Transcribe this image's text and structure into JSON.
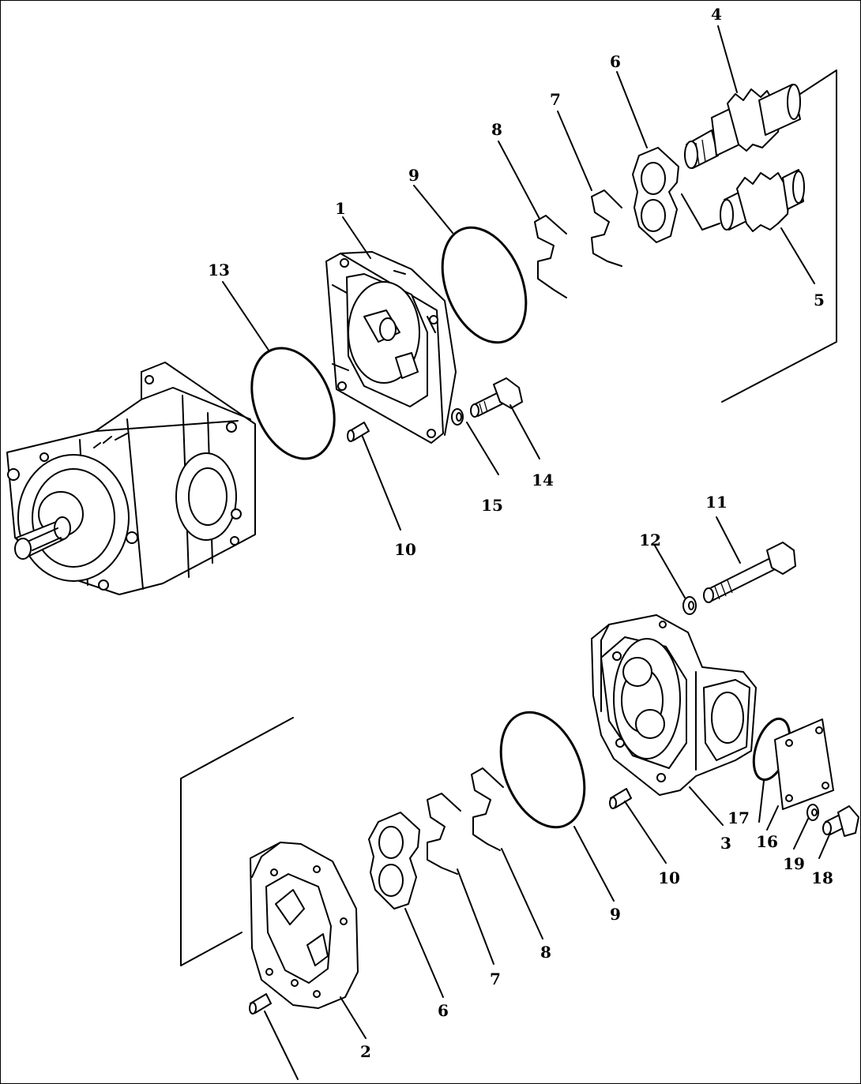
{
  "callouts": [
    {
      "id": "c1",
      "text": "1"
    },
    {
      "id": "c2",
      "text": "2"
    },
    {
      "id": "c3",
      "text": "3"
    },
    {
      "id": "c4",
      "text": "4"
    },
    {
      "id": "c5",
      "text": "5"
    },
    {
      "id": "c6a",
      "text": "6"
    },
    {
      "id": "c6b",
      "text": "6"
    },
    {
      "id": "c7a",
      "text": "7"
    },
    {
      "id": "c7b",
      "text": "7"
    },
    {
      "id": "c8a",
      "text": "8"
    },
    {
      "id": "c8b",
      "text": "8"
    },
    {
      "id": "c9a",
      "text": "9"
    },
    {
      "id": "c9b",
      "text": "9"
    },
    {
      "id": "c10a",
      "text": "10"
    },
    {
      "id": "c10b",
      "text": "10"
    },
    {
      "id": "c11",
      "text": "11"
    },
    {
      "id": "c12",
      "text": "12"
    },
    {
      "id": "c13",
      "text": "13"
    },
    {
      "id": "c14",
      "text": "14"
    },
    {
      "id": "c15",
      "text": "15"
    },
    {
      "id": "c16",
      "text": "16"
    },
    {
      "id": "c17",
      "text": "17"
    },
    {
      "id": "c18",
      "text": "18"
    },
    {
      "id": "c19",
      "text": "19"
    }
  ]
}
